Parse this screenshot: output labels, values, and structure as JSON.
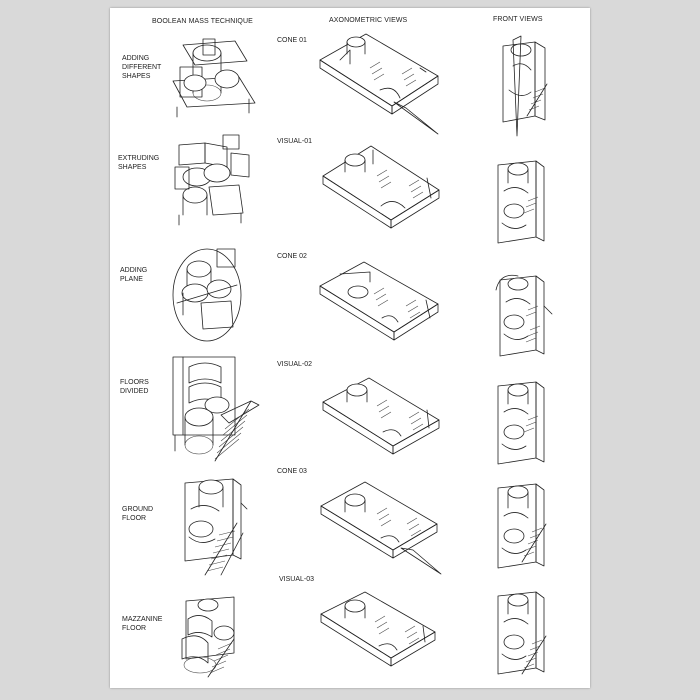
{
  "headers": {
    "col1": "BOOLEAN MASS TECHNIQUE",
    "col2": "AXONOMETRIC VIEWS",
    "col3": "FRONT VIEWS"
  },
  "rows": [
    {
      "technique": "ADDING\nDIFFERENT\nSHAPES",
      "axo_label": "CONE 01"
    },
    {
      "technique": "EXTRUDING\nSHAPES",
      "axo_label": "VISUAL-01"
    },
    {
      "technique": "ADDING\nPLANE",
      "axo_label": "CONE 02"
    },
    {
      "technique": "FLOORS\nDIVIDED",
      "axo_label": "VISUAL-02"
    },
    {
      "technique": "GROUND\nFLOOR",
      "axo_label": "CONE 03"
    },
    {
      "technique": "MAZZANINE\nFLOOR",
      "axo_label": "VISUAL-03"
    }
  ]
}
